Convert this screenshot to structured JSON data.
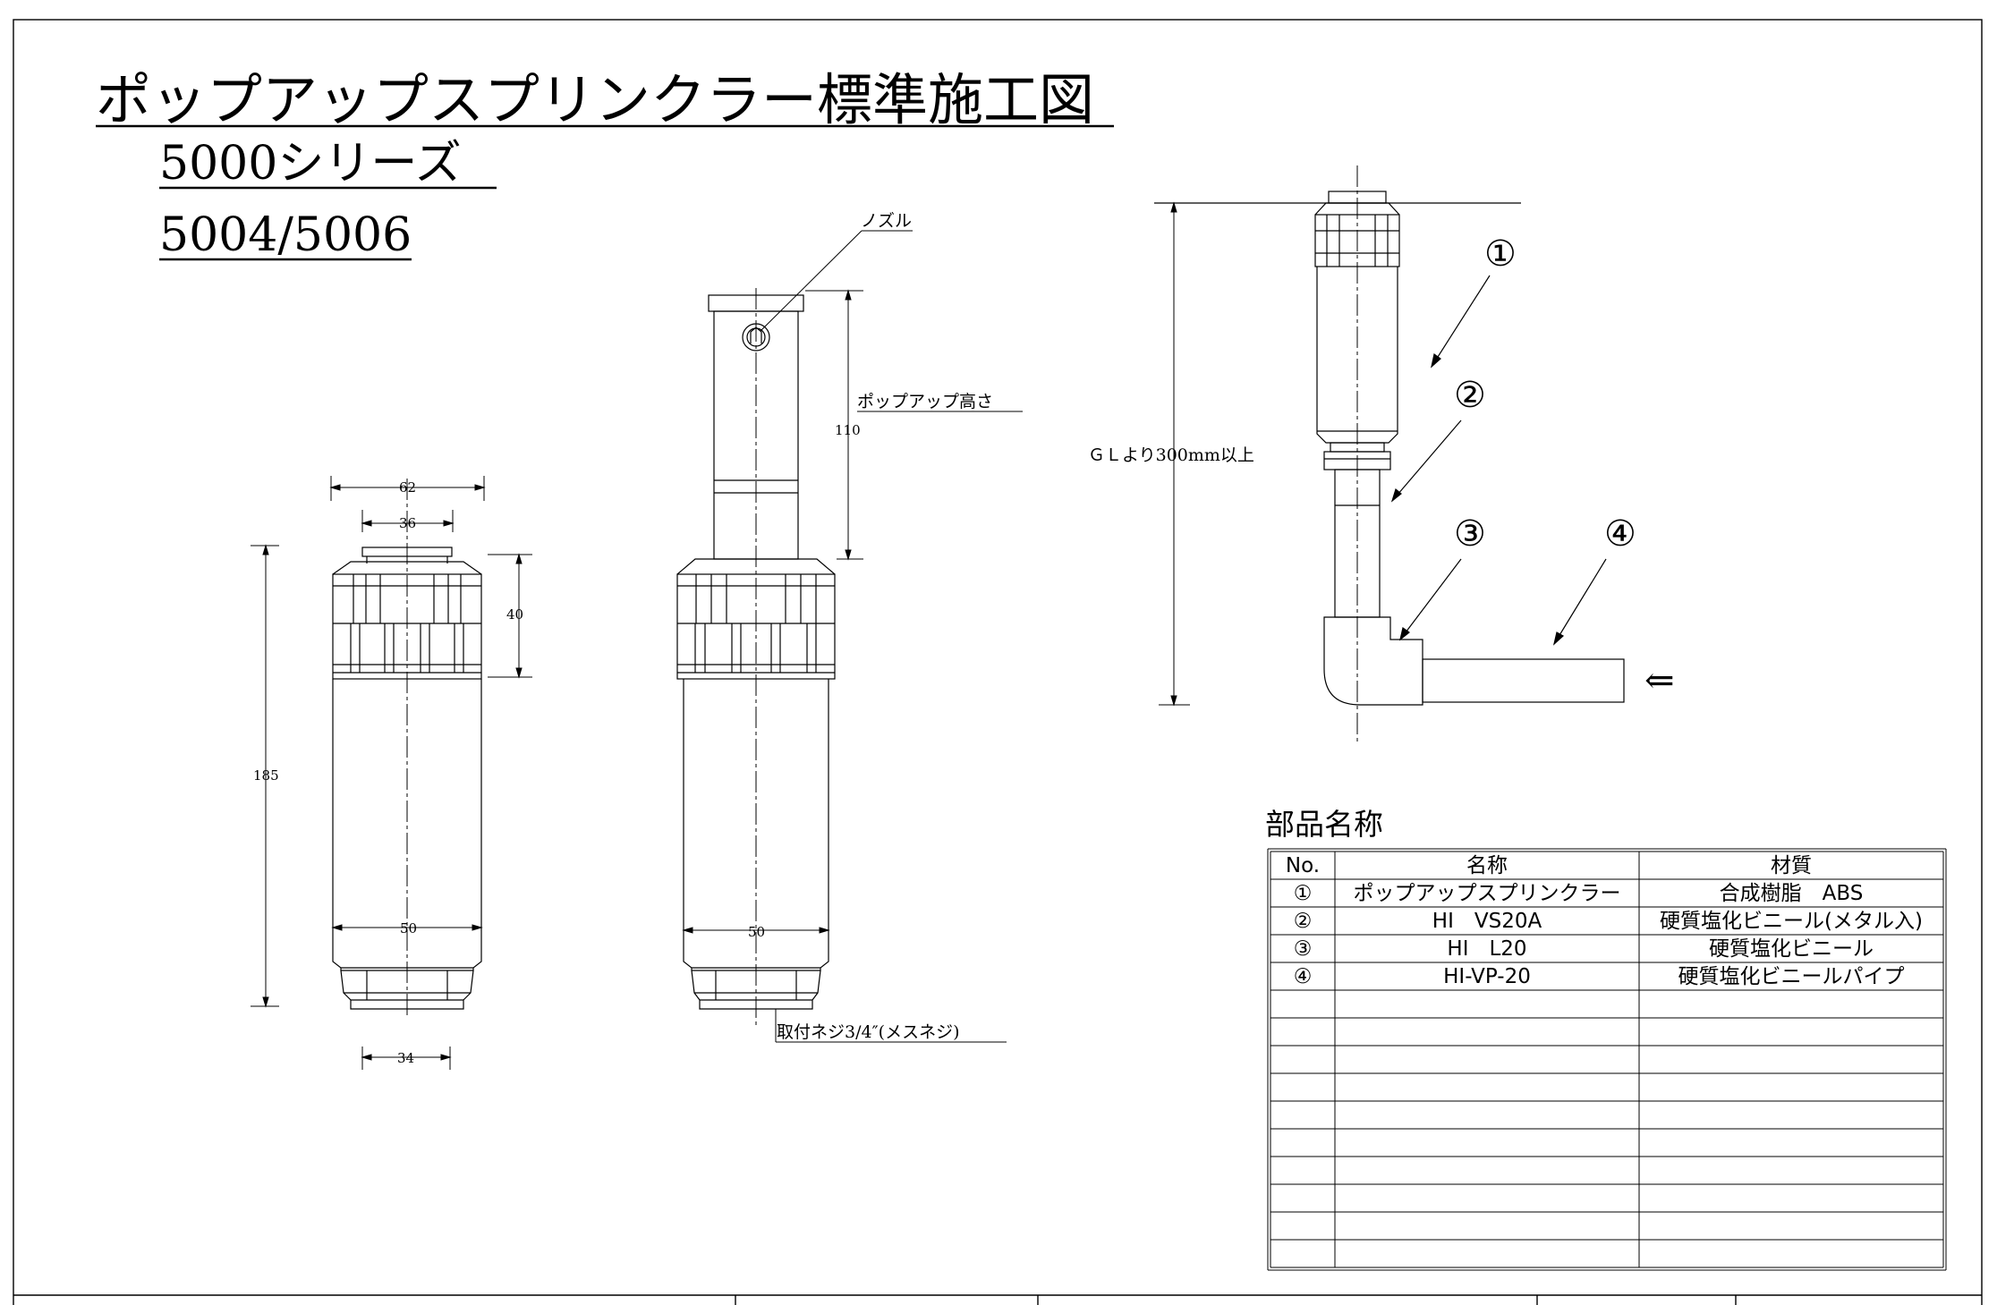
{
  "title": {
    "main": "ポップアップスプリンクラー標準施工図",
    "series": "5000シリーズ",
    "models": "5004/5006"
  },
  "body_view": {
    "dim_top_width": "62",
    "dim_cap_width": "36",
    "dim_head_height": "40",
    "dim_total_height": "185",
    "dim_body_width": "50",
    "dim_base_width": "34"
  },
  "popup_view": {
    "nozzle_label": "ノズル",
    "popup_height_label": "ポップアップ高さ",
    "popup_height_value": "110",
    "body_width": "50",
    "thread_label": "取付ネジ3/4″(メスネジ)"
  },
  "install_view": {
    "depth_label": "ＧＬより300mm以上",
    "callouts": [
      "①",
      "②",
      "③",
      "④"
    ],
    "flow_arrow": "⇐"
  },
  "parts_table": {
    "heading": "部品名称",
    "headers": [
      "No.",
      "名称",
      "材質"
    ],
    "rows": [
      {
        "no": "①",
        "name": "ポップアップスプリンクラー",
        "material": "合成樹脂　ABS"
      },
      {
        "no": "②",
        "name": "HI　VS20A",
        "material": "硬質塩化ビニール(メタル入)"
      },
      {
        "no": "③",
        "name": "HI　L20",
        "material": "硬質塩化ビニール"
      },
      {
        "no": "④",
        "name": "HI-VP-20",
        "material": "硬質塩化ビニールパイプ"
      }
    ],
    "empty_rows": 10
  }
}
